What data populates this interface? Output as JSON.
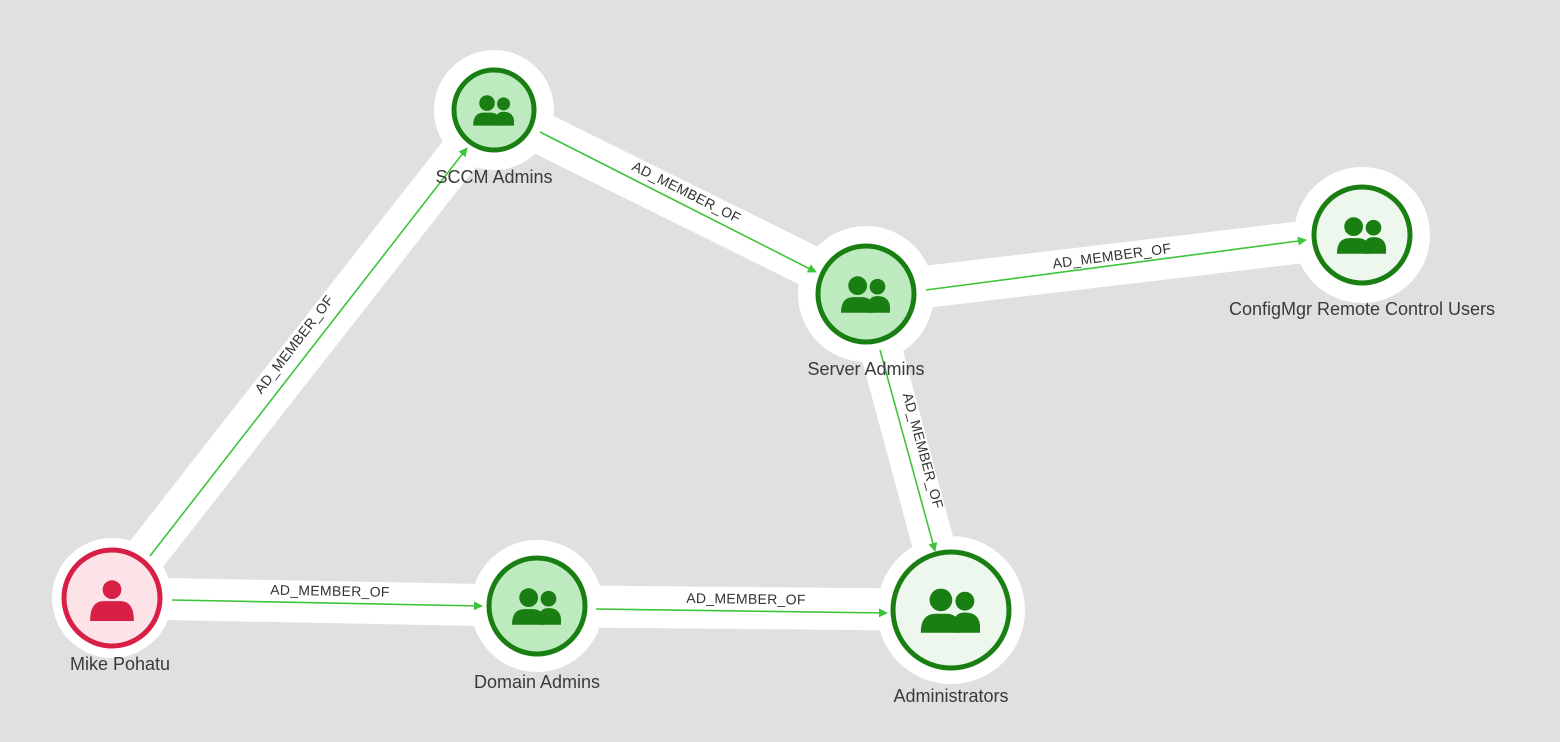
{
  "graph": {
    "colors": {
      "background": "#e0e0e0",
      "halo": "#ffffff",
      "edge": "#3ec43a",
      "group_stroke": "#1a7f12",
      "group_fill_selected": "#bdebbf",
      "group_fill": "#eef7ee",
      "user_stroke": "#d81f45",
      "user_fill": "#fde3e7"
    },
    "nodes": [
      {
        "id": "mike",
        "label": "Mike Pohatu",
        "kind": "user",
        "icon": "user-icon"
      },
      {
        "id": "sccm",
        "label": "SCCM Admins",
        "kind": "group",
        "icon": "group-icon",
        "highlighted": true
      },
      {
        "id": "server",
        "label": "Server Admins",
        "kind": "group",
        "icon": "group-icon",
        "highlighted": true
      },
      {
        "id": "configmgr",
        "label": "ConfigMgr Remote Control Users",
        "kind": "group",
        "icon": "group-icon",
        "highlighted": false
      },
      {
        "id": "domain",
        "label": "Domain Admins",
        "kind": "group",
        "icon": "group-icon",
        "highlighted": true
      },
      {
        "id": "administrators",
        "label": "Administrators",
        "kind": "group",
        "icon": "group-icon",
        "highlighted": false
      }
    ],
    "edges": [
      {
        "from": "mike",
        "to": "sccm",
        "label": "AD_MEMBER_OF"
      },
      {
        "from": "sccm",
        "to": "server",
        "label": "AD_MEMBER_OF"
      },
      {
        "from": "server",
        "to": "configmgr",
        "label": "AD_MEMBER_OF"
      },
      {
        "from": "server",
        "to": "administrators",
        "label": "AD_MEMBER_OF"
      },
      {
        "from": "mike",
        "to": "domain",
        "label": "AD_MEMBER_OF"
      },
      {
        "from": "domain",
        "to": "administrators",
        "label": "AD_MEMBER_OF"
      }
    ]
  }
}
